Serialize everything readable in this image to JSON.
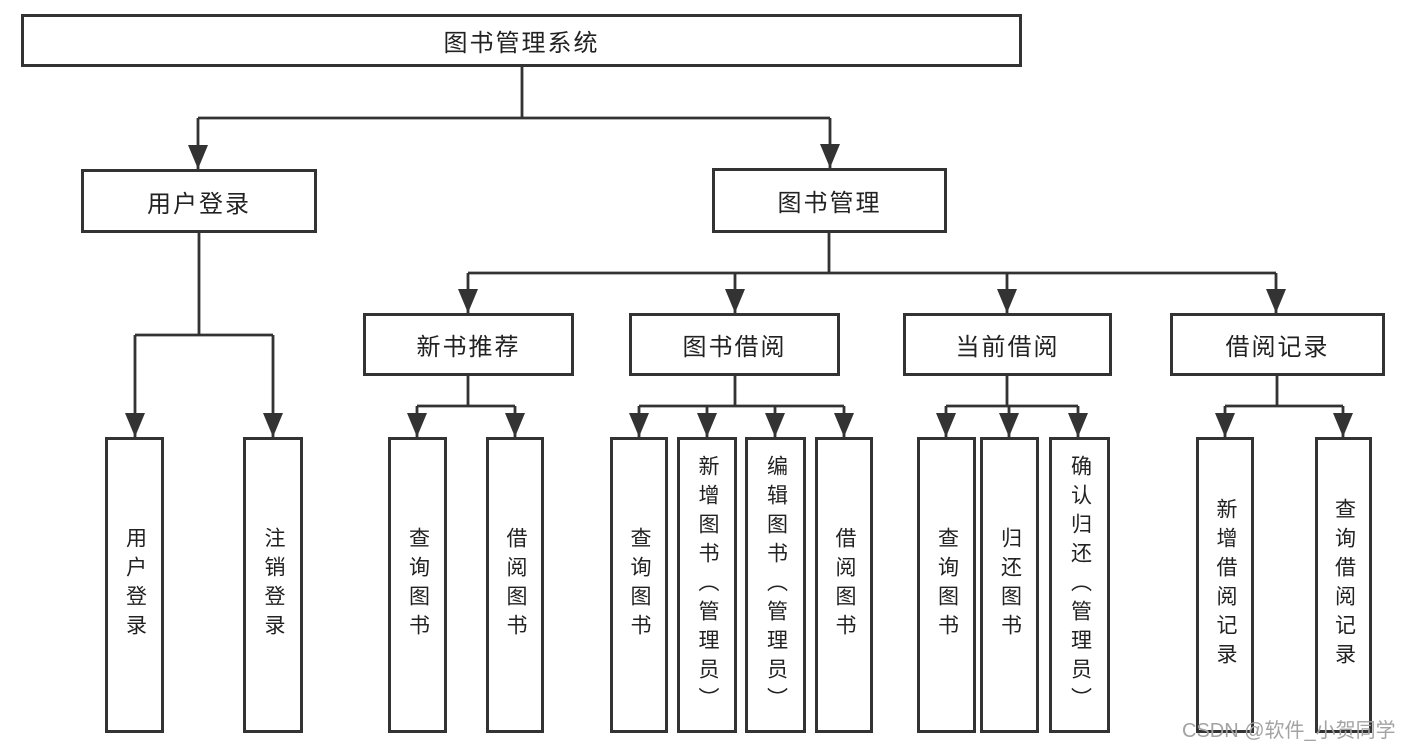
{
  "diagram": {
    "title": "图书管理系统",
    "modules": [
      {
        "label": "用户登录",
        "features": [
          {
            "label": "用户登录"
          },
          {
            "label": "注销登录"
          }
        ]
      },
      {
        "label": "图书管理",
        "submodules": [
          {
            "label": "新书推荐",
            "features": [
              {
                "label": "查询图书"
              },
              {
                "label": "借阅图书"
              }
            ]
          },
          {
            "label": "图书借阅",
            "features": [
              {
                "label": "查询图书"
              },
              {
                "label": "新增图书（管理员）"
              },
              {
                "label": "编辑图书（管理员）"
              },
              {
                "label": "借阅图书"
              }
            ]
          },
          {
            "label": "当前借阅",
            "features": [
              {
                "label": "查询图书"
              },
              {
                "label": "归还图书"
              },
              {
                "label": "确认归还（管理员）"
              }
            ]
          },
          {
            "label": "借阅记录",
            "features": [
              {
                "label": "新增借阅记录"
              },
              {
                "label": "查询借阅记录"
              }
            ]
          }
        ]
      }
    ]
  },
  "watermark": "CSDN @软件_小贺同学",
  "colors": {
    "line": "#333333",
    "text": "#222222",
    "background": "#ffffff",
    "watermark": "#a3a3a3"
  }
}
